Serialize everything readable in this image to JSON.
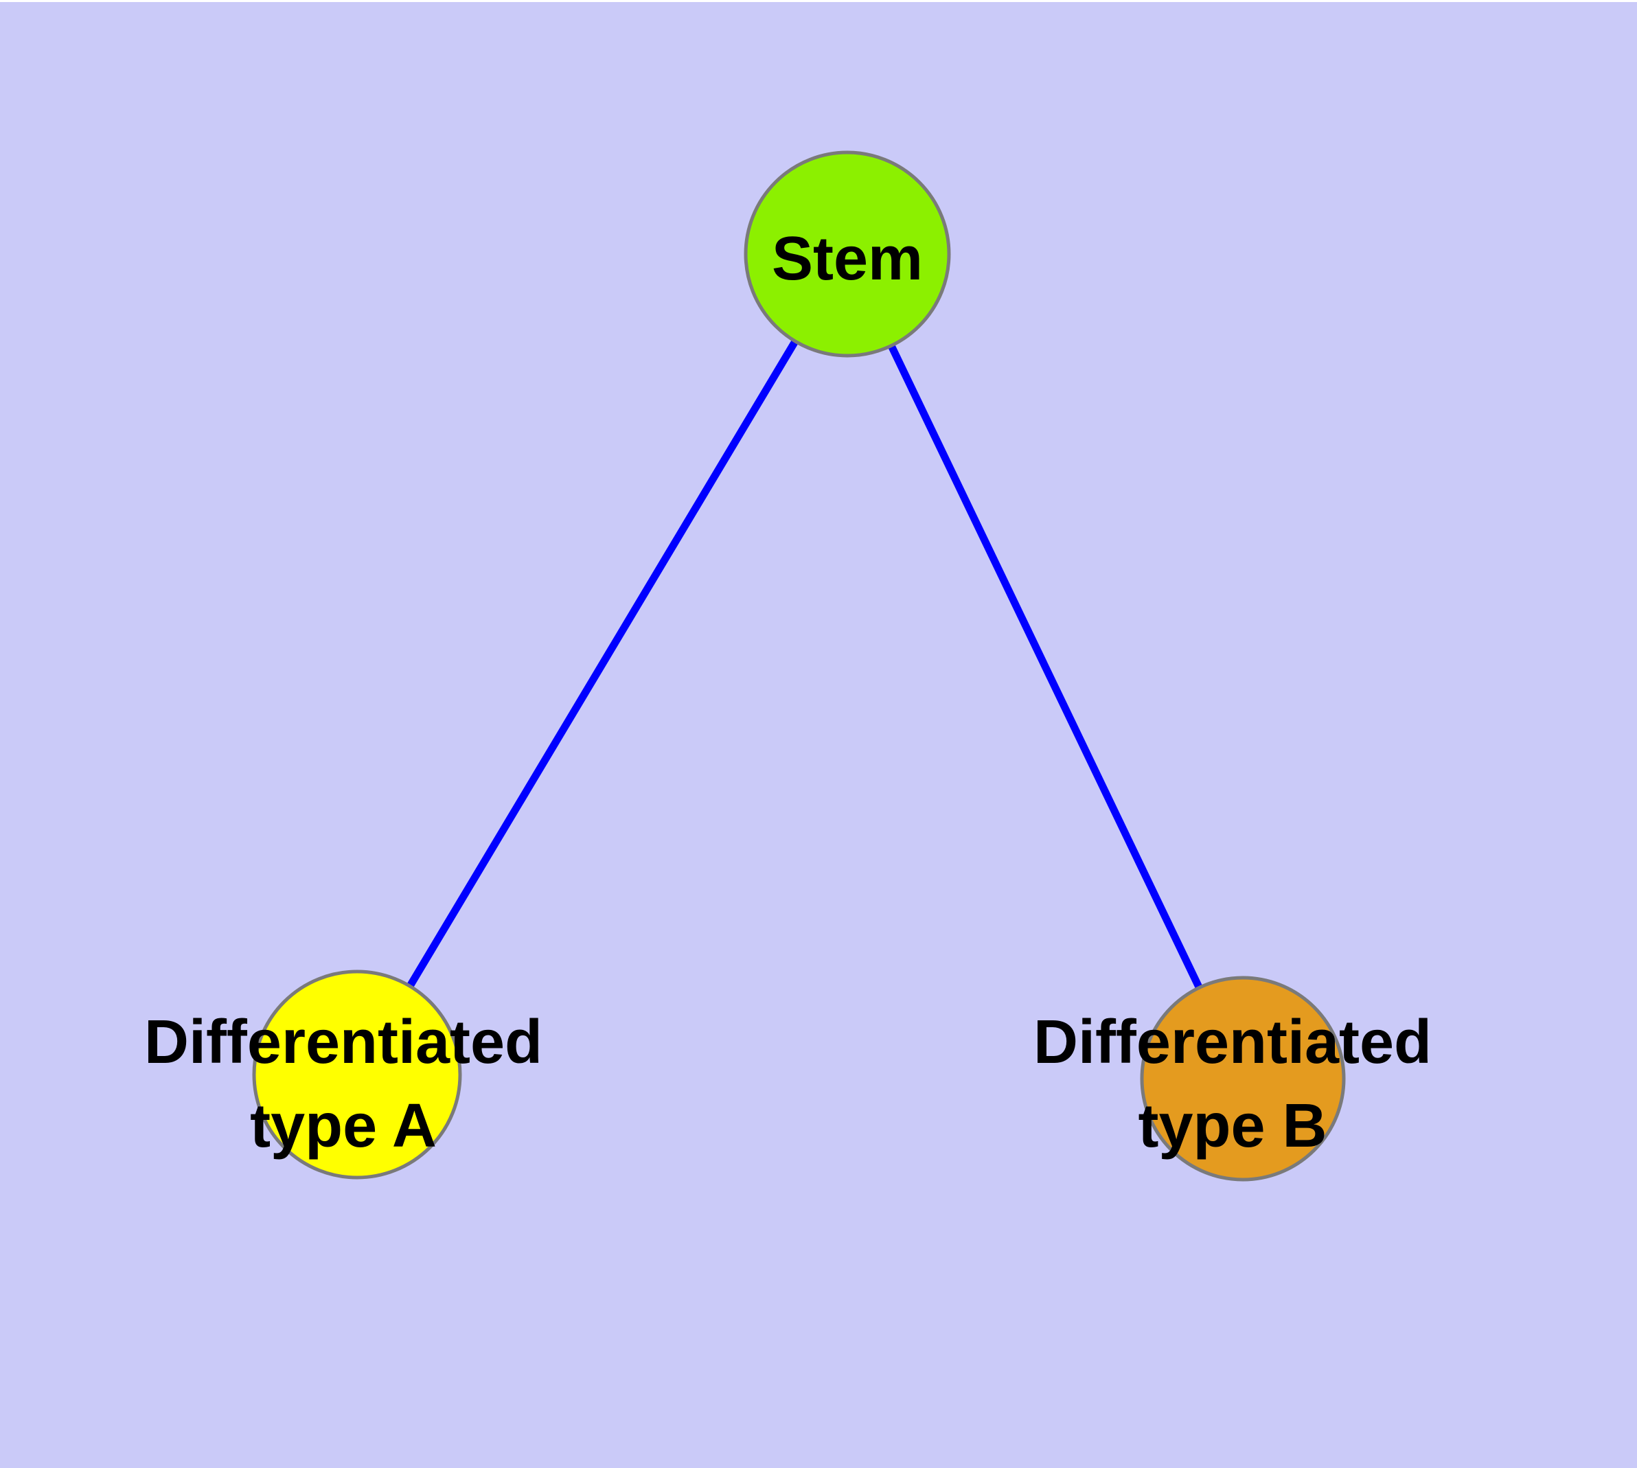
{
  "diagram": {
    "description": "Stem cell differentiation graph",
    "colors": {
      "background": "#cacaf8",
      "top_strip": "#ffffff",
      "edge": "#0000ff",
      "node_border": "#7a7a7a",
      "label_text": "#000000"
    },
    "nodes": [
      {
        "id": "stem",
        "label": "Stem",
        "label_lines": [
          "Stem"
        ],
        "fill": "#8cf000"
      },
      {
        "id": "differentiated-type-a",
        "label": "Differentiated type A",
        "label_lines": [
          "Differentiated",
          "type A"
        ],
        "fill": "#ffff00"
      },
      {
        "id": "differentiated-type-b",
        "label": "Differentiated type B",
        "label_lines": [
          "Differentiated",
          "type B"
        ],
        "fill": "#e49b1f"
      }
    ],
    "edges": [
      {
        "from": "Stem",
        "to": "Differentiated type A"
      },
      {
        "from": "Stem",
        "to": "Differentiated type B"
      }
    ]
  }
}
